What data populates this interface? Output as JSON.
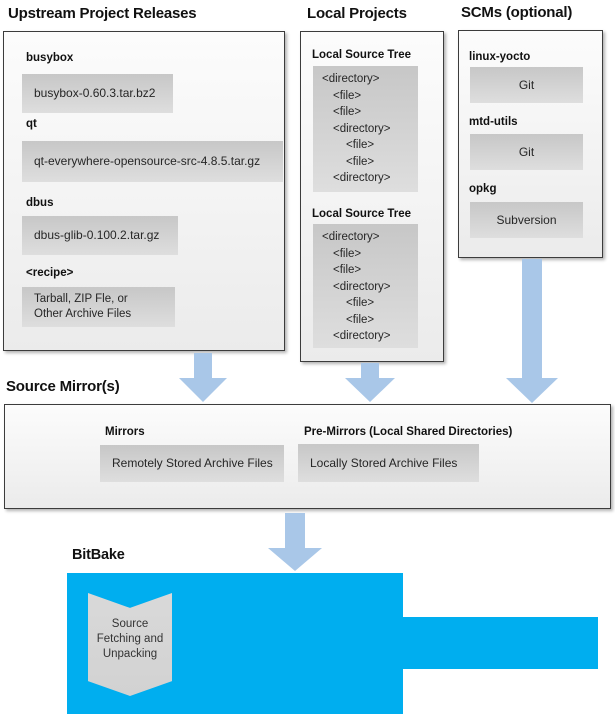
{
  "colors": {
    "blue": "#00AEEF",
    "arrow": "#A9C7E8",
    "gray_top": "#c7c7c7",
    "gray_bottom": "#dedede"
  },
  "headings": {
    "upstream": "Upstream Project Releases",
    "local": "Local Projects",
    "scms": "SCMs (optional)",
    "mirrors": "Source Mirror(s)",
    "bitbake": "BitBake"
  },
  "upstream": {
    "items": [
      {
        "label": "busybox",
        "file": "busybox-0.60.3.tar.bz2"
      },
      {
        "label": "qt",
        "file": "qt-everywhere-opensource-src-4.8.5.tar.gz"
      },
      {
        "label": "dbus",
        "file": "dbus-glib-0.100.2.tar.gz"
      },
      {
        "label": "<recipe>",
        "file": "Tarball, ZIP Fle, or\nOther Archive Files"
      }
    ]
  },
  "local": {
    "trees": [
      {
        "title": "Local Source Tree",
        "lines": [
          "<directory>",
          "<file>",
          "<file>",
          "<directory>",
          "<file>",
          "<file>",
          "<directory>"
        ],
        "indents": [
          0,
          1,
          1,
          1,
          2,
          2,
          1
        ]
      },
      {
        "title": "Local Source Tree",
        "lines": [
          "<directory>",
          "<file>",
          "<file>",
          "<directory>",
          "<file>",
          "<file>",
          "<directory>"
        ],
        "indents": [
          0,
          1,
          1,
          1,
          2,
          2,
          1
        ]
      }
    ]
  },
  "scms": {
    "items": [
      {
        "label": "linux-yocto",
        "scm": "Git"
      },
      {
        "label": "mtd-utils",
        "scm": "Git"
      },
      {
        "label": "opkg",
        "scm": "Subversion"
      }
    ]
  },
  "mirrors": {
    "groups": [
      {
        "label": "Mirrors",
        "value": "Remotely Stored Archive Files"
      },
      {
        "label": "Pre-Mirrors (Local Shared Directories)",
        "value": "Locally Stored Archive Files"
      }
    ]
  },
  "bitbake": {
    "ribbon": "Source\nFetching and\nUnpacking"
  }
}
